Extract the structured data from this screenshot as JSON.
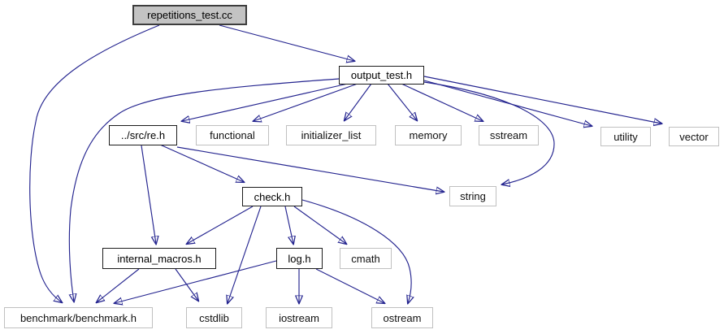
{
  "diagram": {
    "type": "include-dependency-graph",
    "edge_color": "#24248f",
    "root_fill_color": "#c3c3c3",
    "nodes": [
      {
        "id": "repetitions_test_cc",
        "label": "repetitions_test.cc",
        "kind": "root"
      },
      {
        "id": "output_test_h",
        "label": "output_test.h",
        "kind": "internal"
      },
      {
        "id": "src_re_h",
        "label": "../src/re.h",
        "kind": "internal"
      },
      {
        "id": "functional",
        "label": "functional",
        "kind": "external"
      },
      {
        "id": "initializer_list",
        "label": "initializer_list",
        "kind": "external"
      },
      {
        "id": "memory",
        "label": "memory",
        "kind": "external"
      },
      {
        "id": "sstream",
        "label": "sstream",
        "kind": "external"
      },
      {
        "id": "utility",
        "label": "utility",
        "kind": "external"
      },
      {
        "id": "vector",
        "label": "vector",
        "kind": "external"
      },
      {
        "id": "check_h",
        "label": "check.h",
        "kind": "internal"
      },
      {
        "id": "string",
        "label": "string",
        "kind": "external"
      },
      {
        "id": "internal_macros_h",
        "label": "internal_macros.h",
        "kind": "internal"
      },
      {
        "id": "log_h",
        "label": "log.h",
        "kind": "internal"
      },
      {
        "id": "cmath",
        "label": "cmath",
        "kind": "external"
      },
      {
        "id": "benchmark_benchmark_h",
        "label": "benchmark/benchmark.h",
        "kind": "external"
      },
      {
        "id": "cstdlib",
        "label": "cstdlib",
        "kind": "external"
      },
      {
        "id": "iostream",
        "label": "iostream",
        "kind": "external"
      },
      {
        "id": "ostream",
        "label": "ostream",
        "kind": "external"
      }
    ],
    "edges": [
      {
        "from": "repetitions_test.cc",
        "to": "output_test.h"
      },
      {
        "from": "repetitions_test.cc",
        "to": "benchmark/benchmark.h"
      },
      {
        "from": "output_test.h",
        "to": "../src/re.h"
      },
      {
        "from": "output_test.h",
        "to": "benchmark/benchmark.h"
      },
      {
        "from": "output_test.h",
        "to": "functional"
      },
      {
        "from": "output_test.h",
        "to": "initializer_list"
      },
      {
        "from": "output_test.h",
        "to": "memory"
      },
      {
        "from": "output_test.h",
        "to": "sstream"
      },
      {
        "from": "output_test.h",
        "to": "string"
      },
      {
        "from": "output_test.h",
        "to": "utility"
      },
      {
        "from": "output_test.h",
        "to": "vector"
      },
      {
        "from": "../src/re.h",
        "to": "check.h"
      },
      {
        "from": "../src/re.h",
        "to": "internal_macros.h"
      },
      {
        "from": "../src/re.h",
        "to": "string"
      },
      {
        "from": "check.h",
        "to": "internal_macros.h"
      },
      {
        "from": "check.h",
        "to": "log.h"
      },
      {
        "from": "check.h",
        "to": "cmath"
      },
      {
        "from": "check.h",
        "to": "cstdlib"
      },
      {
        "from": "check.h",
        "to": "ostream"
      },
      {
        "from": "log.h",
        "to": "benchmark/benchmark.h"
      },
      {
        "from": "log.h",
        "to": "iostream"
      },
      {
        "from": "log.h",
        "to": "ostream"
      },
      {
        "from": "internal_macros.h",
        "to": "benchmark/benchmark.h"
      },
      {
        "from": "internal_macros.h",
        "to": "cstdlib"
      }
    ]
  }
}
